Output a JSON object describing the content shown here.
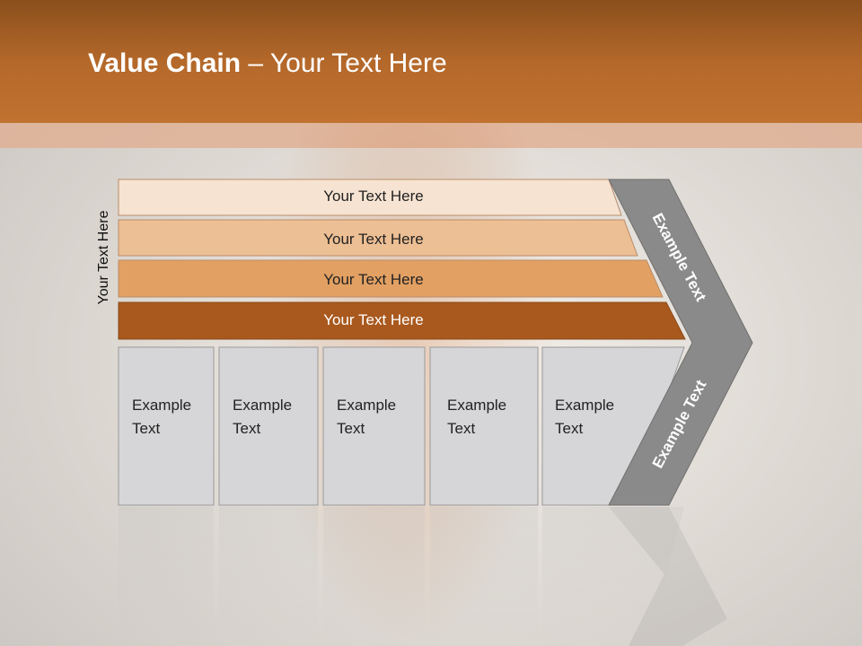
{
  "title": {
    "bold": "Value Chain",
    "rest": " – Your Text Here"
  },
  "side_label": "Your Text Here",
  "bars": [
    {
      "label": "Your Text Here",
      "color": "#f6e3d2"
    },
    {
      "label": "Your Text Here",
      "color": "#edbf94"
    },
    {
      "label": "Your Text Here",
      "color": "#e2a063"
    },
    {
      "label": "Your Text Here",
      "color": "#a9591e"
    }
  ],
  "boxes": [
    {
      "line1": "Example",
      "line2": "Text"
    },
    {
      "line1": "Example",
      "line2": "Text"
    },
    {
      "line1": "Example",
      "line2": "Text"
    },
    {
      "line1": "Example",
      "line2": "Text"
    },
    {
      "line1": "Example",
      "line2": "Text"
    }
  ],
  "chevron": {
    "upper": "Example Text",
    "lower": "Example Text",
    "color": "#8a8a8a"
  },
  "colors": {
    "header": "#b4682a",
    "box_fill": "#d6d6d8"
  }
}
